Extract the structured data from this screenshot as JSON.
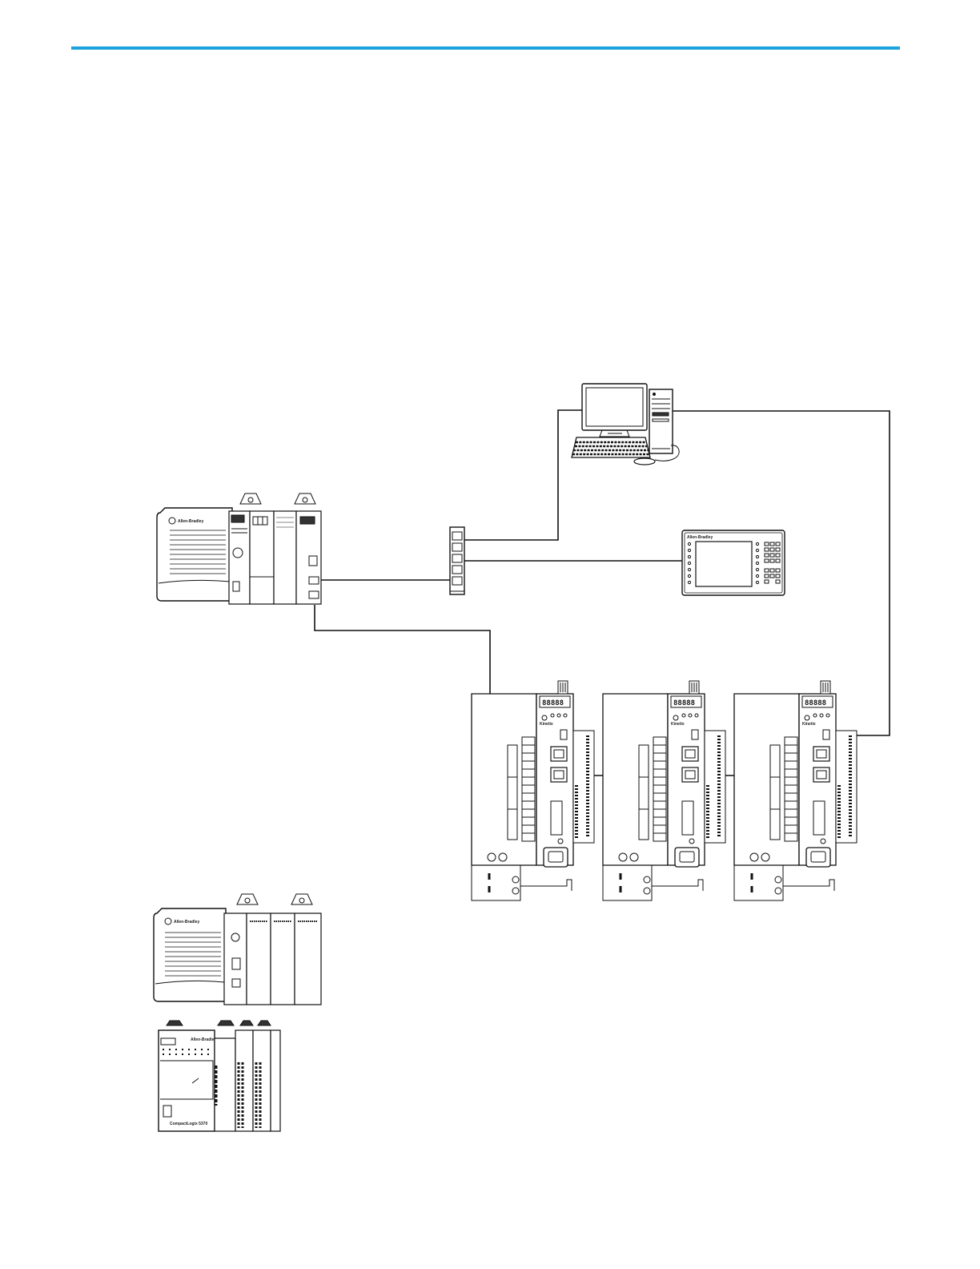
{
  "colors": {
    "accent_rule": "#1aa3dd",
    "line": "#111111"
  },
  "labels": {
    "brand_logix_a": "Allen-Bradley",
    "brand_logix_b": "Allen-Bradley",
    "brand_compact": "Allen-Bradley",
    "brand_hmi": "Allen-Bradley",
    "compact_model": "CompactLogix 5370",
    "drive_brand": "Kinetix",
    "drive_display": "88888"
  }
}
